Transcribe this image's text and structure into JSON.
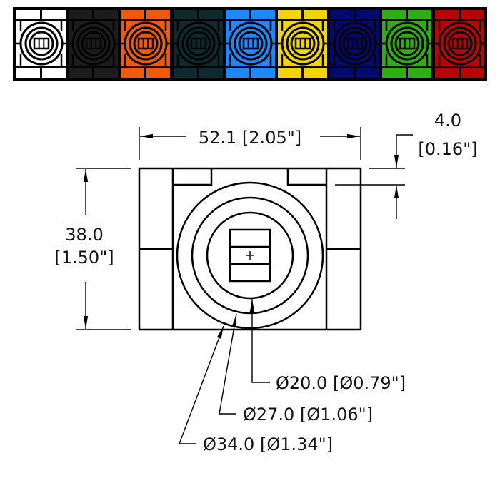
{
  "color_strip": {
    "tiles": [
      {
        "name": "white",
        "color": "#ffffff"
      },
      {
        "name": "black",
        "color": "#1c1c1c"
      },
      {
        "name": "orange",
        "color": "#f05a0a"
      },
      {
        "name": "dark-teal",
        "color": "#0f2a2e"
      },
      {
        "name": "blue",
        "color": "#1e88ff"
      },
      {
        "name": "yellow",
        "color": "#f2d600"
      },
      {
        "name": "navy",
        "color": "#020a6e"
      },
      {
        "name": "green",
        "color": "#2fae12"
      },
      {
        "name": "red",
        "color": "#b50505"
      }
    ]
  },
  "dimensions": {
    "width": "52.1 [2.05\"]",
    "height_mm": "38.0",
    "height_in": "[1.50\"]",
    "notch_mm": "4.0",
    "notch_in": "[0.16\"]",
    "dia_inner": "Ø20.0 [Ø0.79\"]",
    "dia_mid": "Ø27.0 [Ø1.06\"]",
    "dia_outer": "Ø34.0 [Ø1.34\"]"
  },
  "colors": {
    "line": "#000000",
    "background": "#ffffff"
  }
}
